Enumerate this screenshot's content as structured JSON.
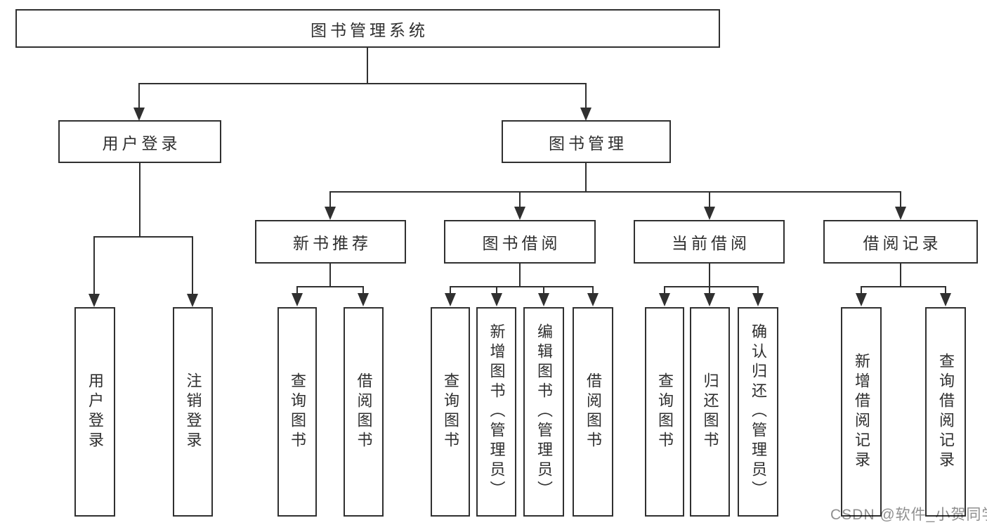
{
  "diagram": {
    "root_label": "图书管理系统",
    "branches": {
      "left": "用户登录",
      "right": "图书管理"
    },
    "modules": [
      "新书推荐",
      "图书借阅",
      "当前借阅",
      "借阅记录"
    ],
    "functions": {
      "user_login": [
        "用户登录",
        "注销登录"
      ],
      "new_book": [
        "查询图书",
        "借阅图书"
      ],
      "borrow": [
        "查询图书",
        "新增图书（管理员）",
        "编辑图书（管理员）",
        "借阅图书"
      ],
      "current": [
        "查询图书",
        "归还图书",
        "确认归还（管理员）"
      ],
      "records": [
        "新增借阅记录",
        "查询借阅记录"
      ]
    },
    "tree": {
      "label": "图书管理系统",
      "children": [
        {
          "label": "用户登录",
          "children": [
            {
              "label": "用户登录"
            },
            {
              "label": "注销登录"
            }
          ]
        },
        {
          "label": "图书管理",
          "children": [
            {
              "label": "新书推荐",
              "children": [
                {
                  "label": "查询图书"
                },
                {
                  "label": "借阅图书"
                }
              ]
            },
            {
              "label": "图书借阅",
              "children": [
                {
                  "label": "查询图书"
                },
                {
                  "label": "新增图书（管理员）"
                },
                {
                  "label": "编辑图书（管理员）"
                },
                {
                  "label": "借阅图书"
                }
              ]
            },
            {
              "label": "当前借阅",
              "children": [
                {
                  "label": "查询图书"
                },
                {
                  "label": "归还图书"
                },
                {
                  "label": "确认归还（管理员）"
                }
              ]
            },
            {
              "label": "借阅记录",
              "children": [
                {
                  "label": "新增借阅记录"
                },
                {
                  "label": "查询借阅记录"
                }
              ]
            }
          ]
        }
      ]
    }
  },
  "watermark": "CSDN @软件_小贺同学",
  "colors": {
    "line": "#303030",
    "text": "#2f2f2f",
    "watermark_gray": "#8f8f8f",
    "background": "#ffffff"
  }
}
